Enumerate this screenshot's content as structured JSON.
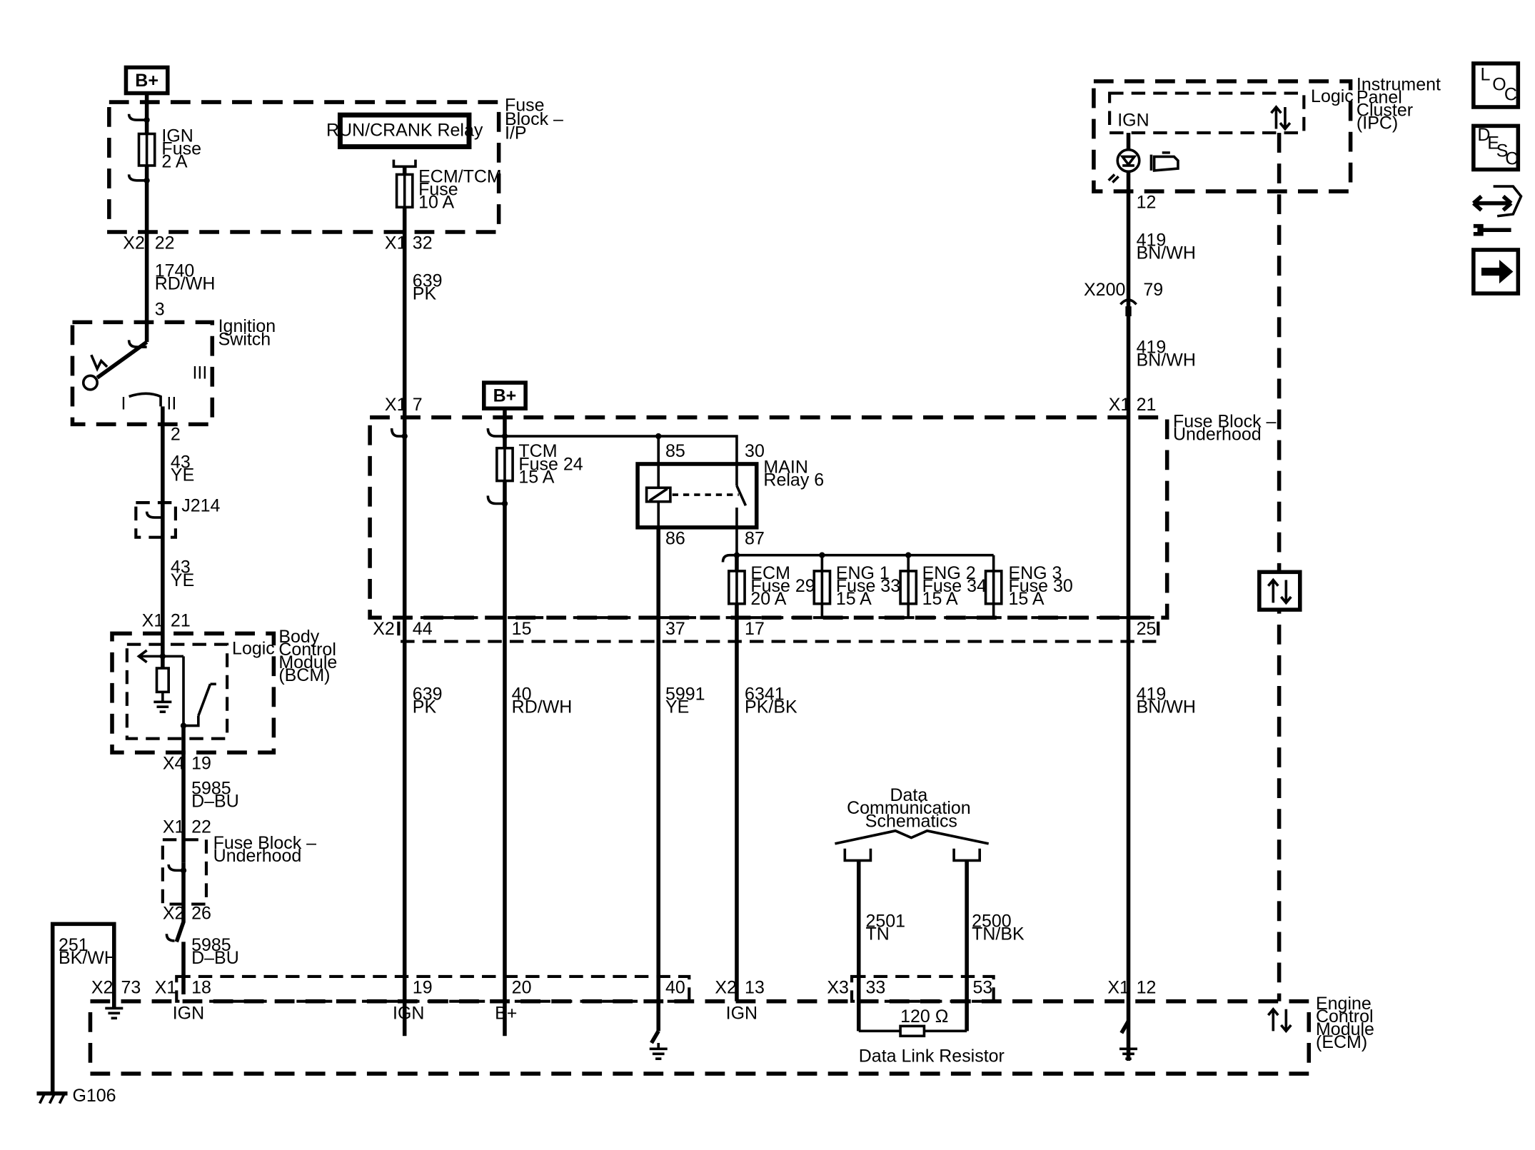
{
  "supply": {
    "b_plus_top": "B+",
    "b_plus_mid": "B+"
  },
  "fuse_block_ip": {
    "title": [
      "Fuse",
      "Block –",
      "I/P"
    ],
    "ign_fuse": [
      "IGN",
      "Fuse",
      "2 A"
    ],
    "relay": "RUN/CRANK Relay",
    "ecm_tcm_fuse": [
      "ECM/TCM",
      "Fuse",
      "10 A"
    ],
    "pins": {
      "x2": "X2",
      "x2_pin": "22",
      "x1": "X1",
      "x1_pin": "32"
    }
  },
  "wires": {
    "w1740": [
      "1740",
      "RD/WH"
    ],
    "w639_top": [
      "639",
      "PK"
    ],
    "w43_a": [
      "43",
      "YE"
    ],
    "w43_b": [
      "43",
      "YE"
    ],
    "w5985_a": [
      "5985",
      "D–BU"
    ],
    "w5985_b": [
      "5985",
      "D–BU"
    ],
    "w251": [
      "251",
      "BK/WH"
    ],
    "w639_bottom": [
      "639",
      "PK"
    ],
    "w40": [
      "40",
      "RD/WH"
    ],
    "w5991": [
      "5991",
      "YE"
    ],
    "w6341": [
      "6341",
      "PK/BK"
    ],
    "w419_a": [
      "419",
      "BN/WH"
    ],
    "w419_b": [
      "419",
      "BN/WH"
    ],
    "w419_c": [
      "419",
      "BN/WH"
    ],
    "w2501": [
      "2501",
      "TN"
    ],
    "w2500": [
      "2500",
      "TN/BK"
    ]
  },
  "ignition_switch": {
    "title": [
      "Ignition",
      "Switch"
    ],
    "pin_top": "3",
    "pin_bottom": "2",
    "pos_i": "I",
    "pos_ii": "II",
    "pos_iii": "III"
  },
  "splice": {
    "label": "J214"
  },
  "bcm": {
    "title": [
      "Body",
      "Control",
      "Module",
      "(BCM)"
    ],
    "logic": "Logic",
    "conn_in": "X1",
    "pin_in": "21",
    "conn_out": "X4",
    "pin_out": "19"
  },
  "fuse_block_underhood_left": {
    "title": [
      "Fuse Block –",
      "Underhood"
    ],
    "conn_in": "X1",
    "pin_in": "22",
    "conn_out": "X2",
    "pin_out": "26"
  },
  "fuse_block_underhood_main": {
    "title": [
      "Fuse Block –",
      "Underhood"
    ],
    "x1_left": "X1",
    "pin_7": "7",
    "x1_right": "X1",
    "pin_21": "21",
    "tcm_fuse": [
      "TCM",
      "Fuse 24",
      "15 A"
    ],
    "relay_title": [
      "MAIN",
      "Relay 6"
    ],
    "relay_pins": {
      "p85": "85",
      "p30": "30",
      "p86": "86",
      "p87": "87"
    },
    "ecm_fuse": [
      "ECM",
      "Fuse 29",
      "20 A"
    ],
    "eng1_fuse": [
      "ENG 1",
      "Fuse 33",
      "15 A"
    ],
    "eng2_fuse": [
      "ENG 2",
      "Fuse 34",
      "15 A"
    ],
    "eng3_fuse": [
      "ENG 3",
      "Fuse 30",
      "15 A"
    ],
    "x2": "X2",
    "bottom_pins": [
      "44",
      "15",
      "37",
      "17",
      "25"
    ]
  },
  "ipc": {
    "title": [
      "Instrument",
      "Panel",
      "Cluster",
      "(IPC)"
    ],
    "logic": "Logic",
    "ign": "IGN",
    "pin_out": "12"
  },
  "x200": {
    "conn": "X200",
    "pin": "79"
  },
  "data_comm": {
    "title": [
      "Data",
      "Communication",
      "Schematics"
    ],
    "resistor_value": "120 Ω",
    "resistor_label": "Data Link Resistor"
  },
  "ecm": {
    "title": [
      "Engine",
      "Control",
      "Module",
      "(ECM)"
    ],
    "pins": {
      "x2_73": [
        "X2",
        "73"
      ],
      "x1_18": [
        "X1",
        "18"
      ],
      "p19": "19",
      "p20": "20",
      "p40": "40",
      "x2_13": [
        "X2",
        "13"
      ],
      "x3_33": [
        "X3",
        "33"
      ],
      "p53": "53",
      "x1_12": [
        "X1",
        "12"
      ]
    },
    "terms": {
      "ign_a": "IGN",
      "ign_b": "IGN",
      "bplus": "B+",
      "ign_c": "IGN"
    }
  },
  "ground": {
    "label": "G106"
  },
  "nav": {
    "loc": [
      "L",
      "O",
      "C"
    ],
    "desc": [
      "D",
      "E",
      "S",
      "C"
    ]
  }
}
